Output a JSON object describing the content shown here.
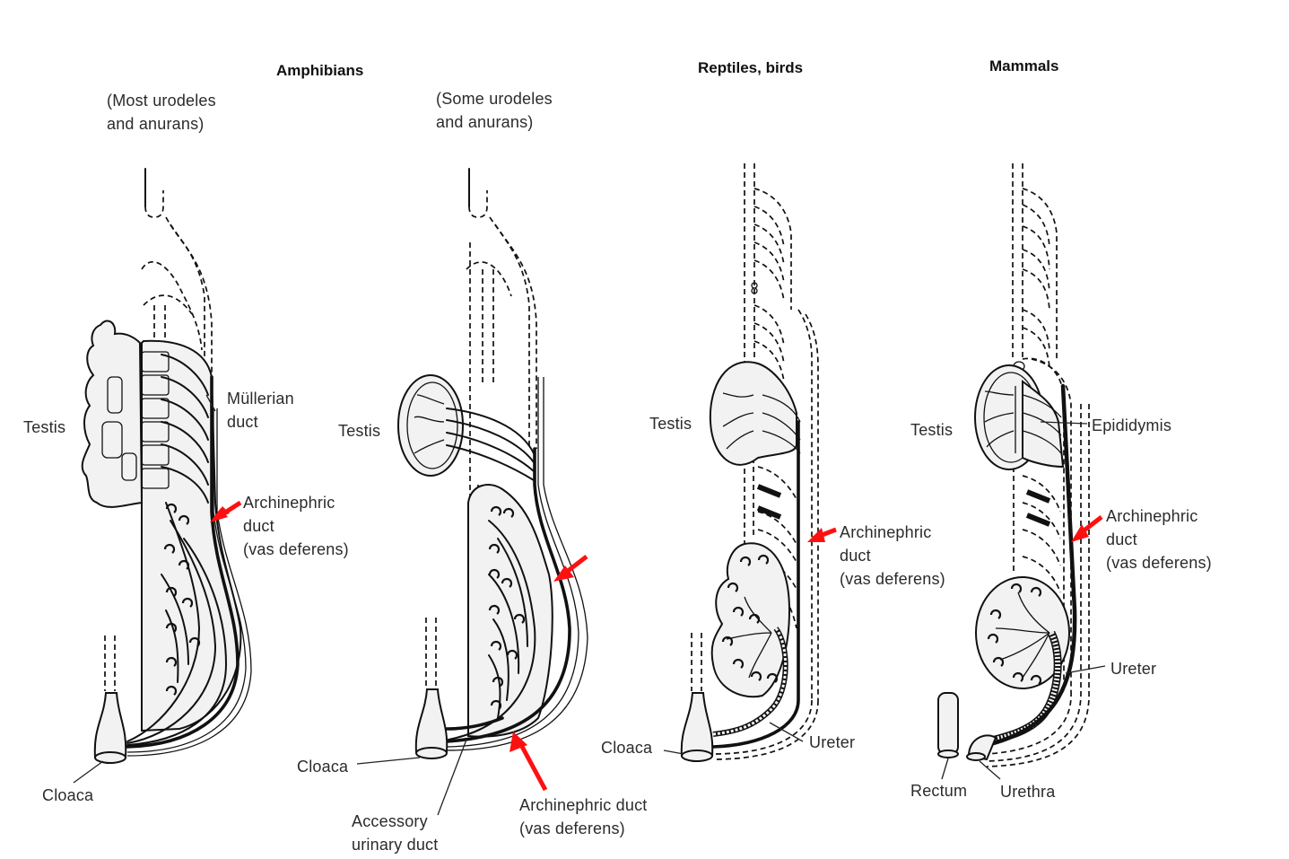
{
  "titles": {
    "amphibians": "Amphibians",
    "reptiles_birds": "Reptiles, birds",
    "mammals": "Mammals"
  },
  "subtitles": {
    "most": [
      "(Most urodeles",
      "and anurans)"
    ],
    "some": [
      "(Some urodeles",
      "and anurans)"
    ]
  },
  "panel1": {
    "testis": "Testis",
    "mullerian": [
      "Müllerian",
      "duct"
    ],
    "archinephric": [
      "Archinephric",
      "duct",
      "(vas deferens)"
    ],
    "cloaca": "Cloaca"
  },
  "panel2": {
    "testis": "Testis",
    "cloaca": "Cloaca",
    "accessory": [
      "Accessory",
      "urinary duct"
    ],
    "archinephric": [
      "Archinephric duct",
      "(vas deferens)"
    ]
  },
  "panel3": {
    "testis": "Testis",
    "archinephric": [
      "Archinephric",
      "duct",
      "(vas deferens)"
    ],
    "cloaca": "Cloaca",
    "ureter": "Ureter"
  },
  "panel4": {
    "testis": "Testis",
    "epididymis": "Epididymis",
    "archinephric": [
      "Archinephric",
      "duct",
      "(vas deferens)"
    ],
    "ureter": "Ureter",
    "rectum": "Rectum",
    "urethra": "Urethra"
  },
  "colors": {
    "highlight_arrow": "#ff1010",
    "ink": "#111111",
    "organ_fill": "#f2f2f2"
  }
}
